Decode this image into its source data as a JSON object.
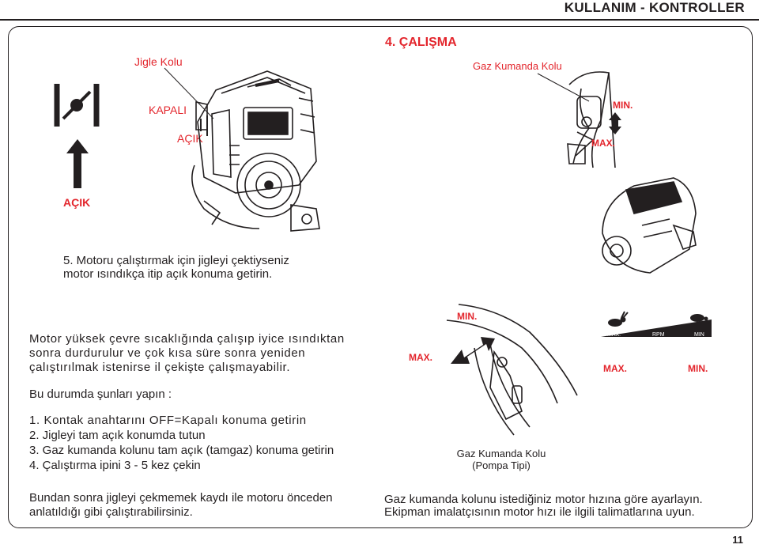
{
  "header": {
    "title": "KULLANIM - KONTROLLER"
  },
  "section": {
    "title": "4. ÇALIŞMA"
  },
  "choke": {
    "callout": "Jigle Kolu",
    "closed": "KAPALI",
    "open_small": "AÇIK",
    "open_big": "AÇIK"
  },
  "throttle_top": {
    "callout": "Gaz Kumanda Kolu",
    "min": "MIN.",
    "max": "MAX."
  },
  "step5": {
    "line1": "5. Motoru çalıştırmak için jigleyi çektiyseniz",
    "line2": "motor ısındıkça itip açık konuma getirin."
  },
  "hot_restart": {
    "line1": "Motor yüksek çevre sıcaklığında çalışıp iyice ısındıktan",
    "line2": "sonra durdurulur ve çok kısa süre sonra yeniden",
    "line3": "çalıştırılmak istenirse il çekişte çalışmayabilir."
  },
  "steps": {
    "intro": "Bu durumda şunları yapın :",
    "items": [
      "1. Kontak anahtarını OFF=Kapalı konuma getirin",
      "2. Jigleyi tam açık konumda tutun",
      "3. Gaz kumanda kolunu tam açık (tamgaz) konuma getirin",
      "4. Çalıştırma ipini 3 - 5 kez çekin"
    ],
    "outro_line1": "Bundan sonra  jigleyi çekmemek kaydı ile motoru önceden",
    "outro_line2": "anlatıldığı gibi çalıştırabilirsiniz."
  },
  "pump_throttle": {
    "max": "MAX.",
    "min": "MIN.",
    "caption_line1": "Gaz Kumanda Kolu",
    "caption_line2": "(Pompa Tipi)"
  },
  "speed_scale": {
    "max_small": "MAX.",
    "rpm_small": "RPM",
    "min_small": "MIN",
    "max": "MAX.",
    "min": "MIN."
  },
  "footer_note": {
    "line1": "Gaz kumanda kolunu istediğiniz motor hızına göre ayarlayın.",
    "line2": "Ekipman imalatçısının motor hızı ile ilgili talimatlarına uyun."
  },
  "page": {
    "number": "11"
  },
  "colors": {
    "accent_red": "#e3262d",
    "ink": "#231f20"
  }
}
